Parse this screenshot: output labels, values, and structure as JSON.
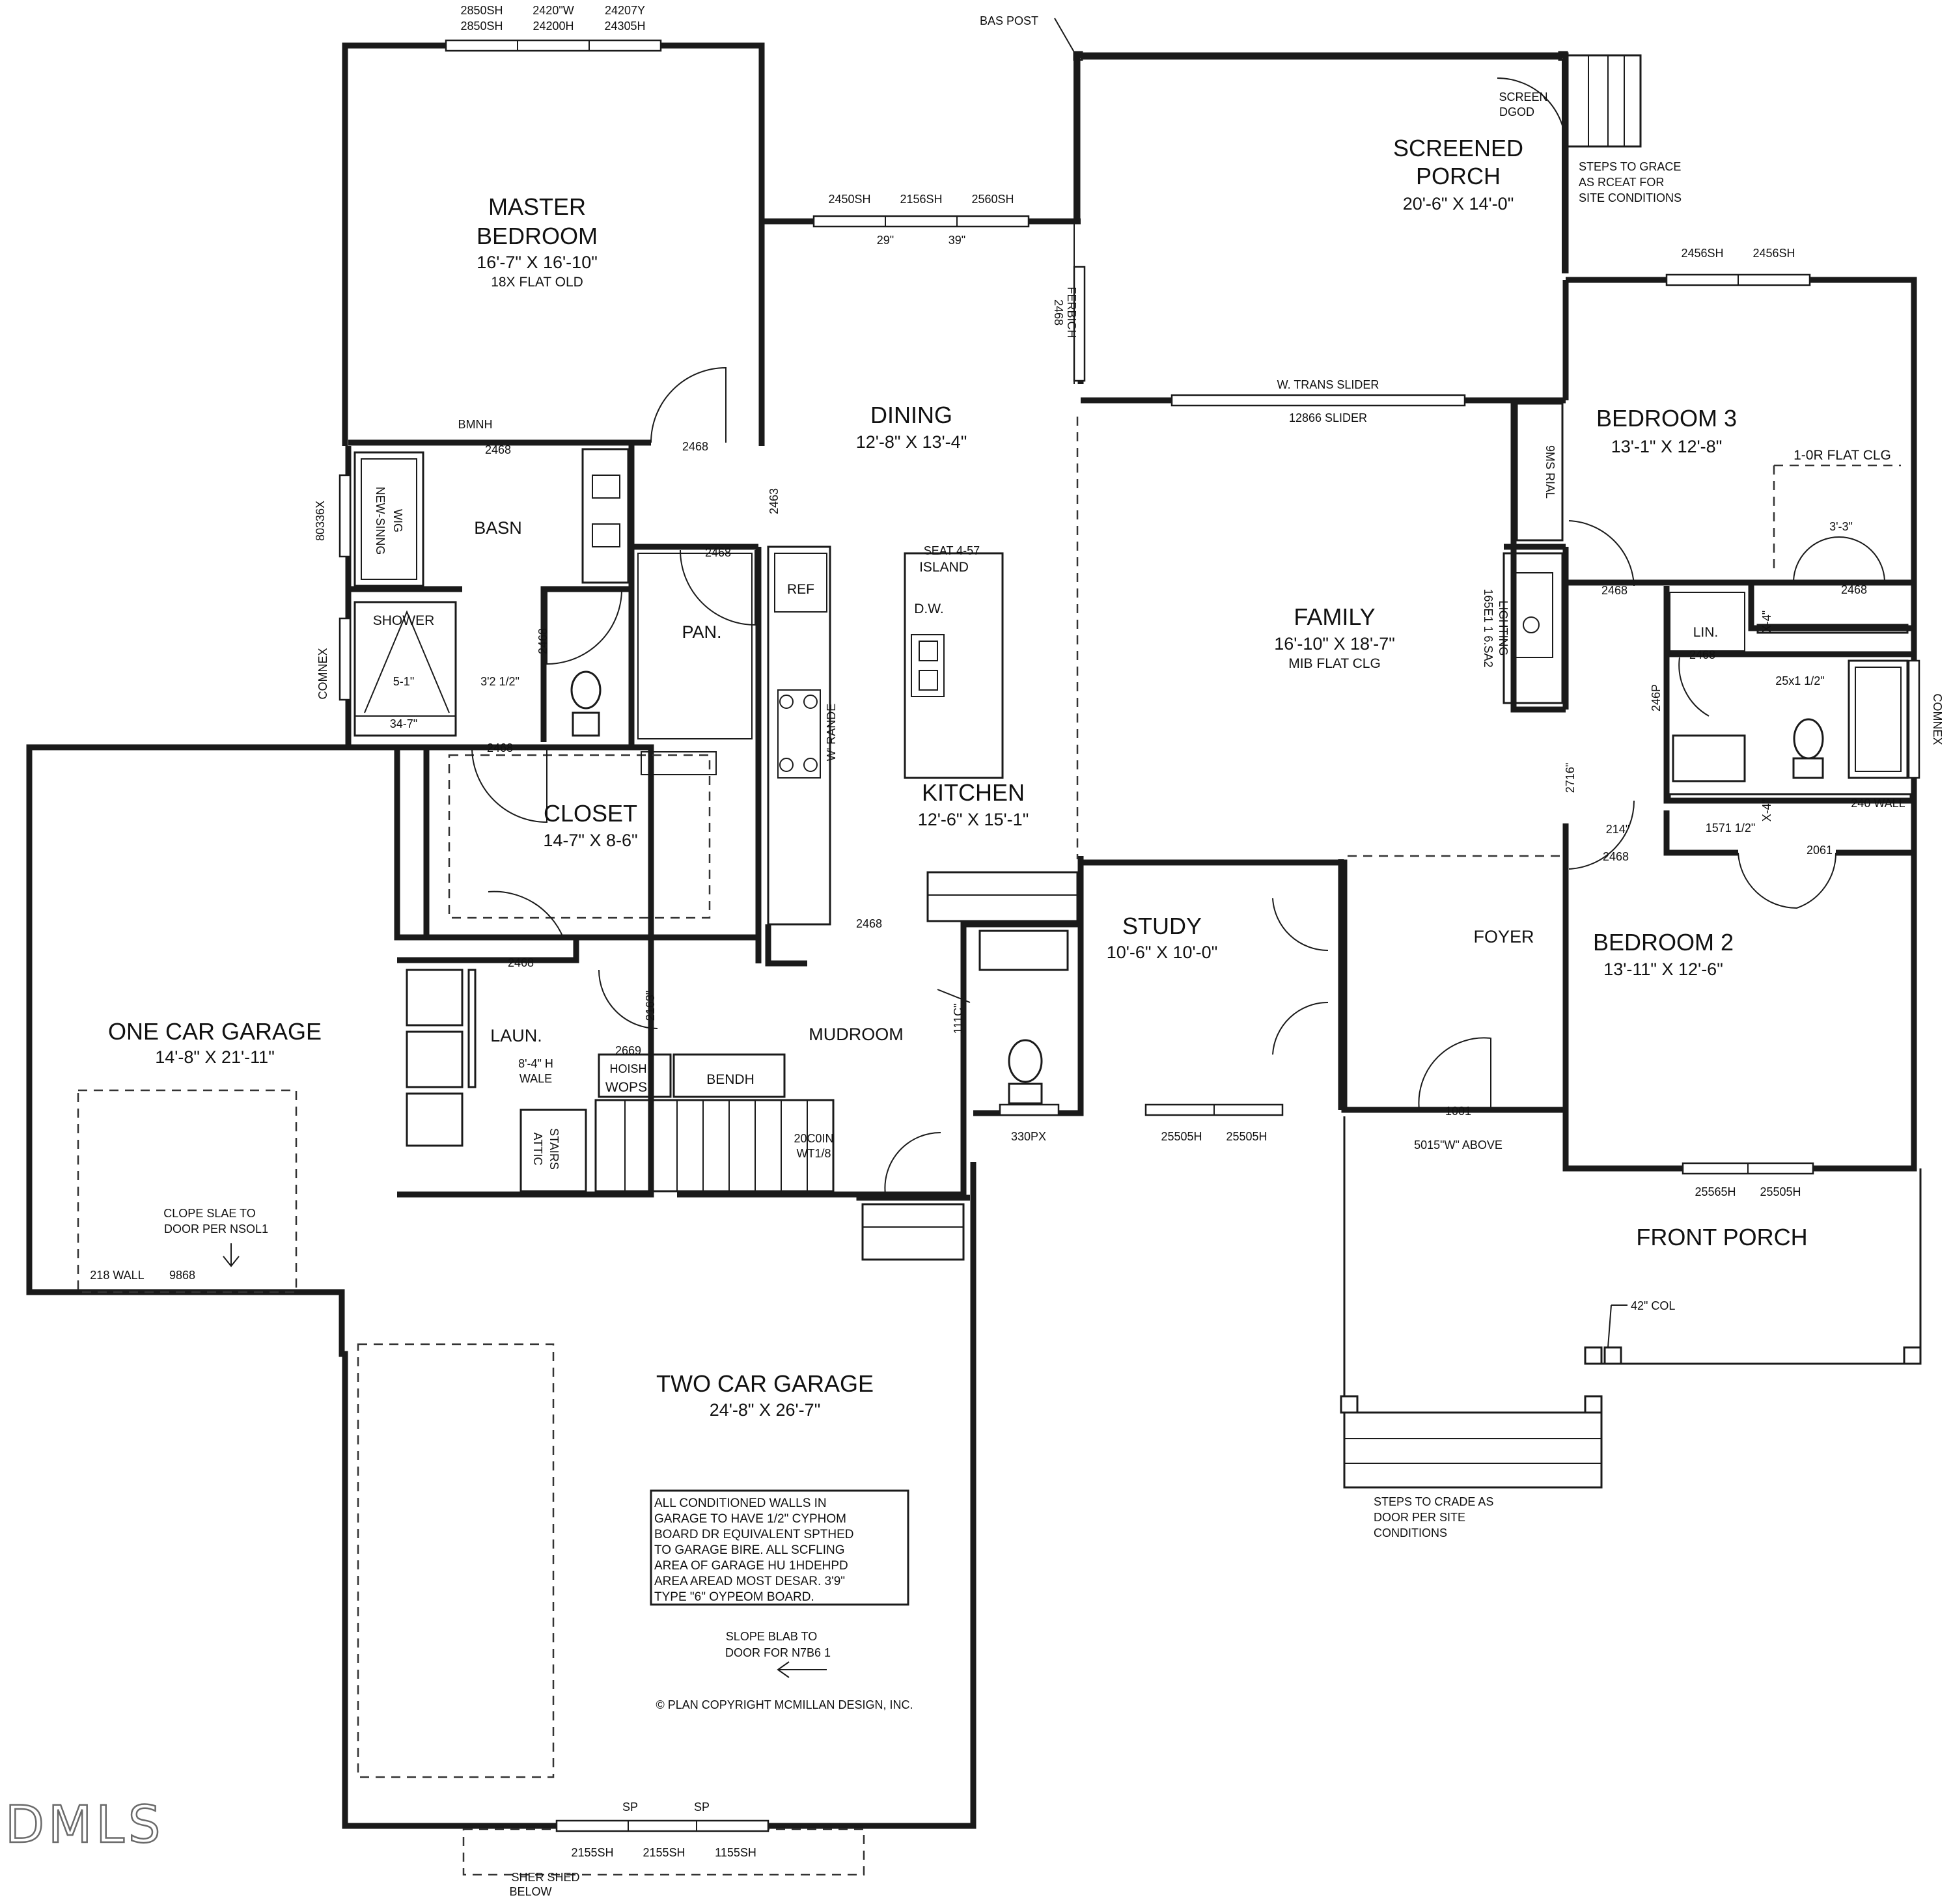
{
  "rooms": {
    "master_name": "MASTER",
    "master_name2": "BEDROOM",
    "master_dims": "16'-7\" X 16'-10\"",
    "master_clg": "18X FLAT OLD",
    "dining_name": "DINING",
    "dining_dims": "12'-8\" X 13'-4\"",
    "screened_name": "SCREENED",
    "screened_name2": "PORCH",
    "screened_dims": "20'-6\" X 14'-0\"",
    "bed3_name": "BEDROOM 3",
    "bed3_dims": "13'-1\" X 12'-8\"",
    "bed3_clg": "1-0R FLAT CLG",
    "family_name": "FAMILY",
    "family_dims": "16'-10\" X 18'-7\"",
    "family_clg": "MIB FLAT CLG",
    "kitchen_name": "KITCHEN",
    "kitchen_dims": "12'-6\" X 15'-1\"",
    "closet_name": "CLOSET",
    "closet_dims": "14-7\" X 8-6\"",
    "study_name": "STUDY",
    "study_dims": "10'-6\" X 10'-0\"",
    "foyer_name": "FOYER",
    "bed2_name": "BEDROOM 2",
    "bed2_dims": "13'-11\" X 12'-6\"",
    "one_garage_name": "ONE CAR GARAGE",
    "one_garage_dims": "14'-8\" X 21'-11\"",
    "two_garage_name": "TWO CAR GARAGE",
    "two_garage_dims": "24'-8\" X 26'-7\"",
    "mudroom_name": "MUDROOM",
    "laundry_name": "LAUN.",
    "basn_name": "BASN",
    "pantry_name": "PAN.",
    "front_porch_name": "FRONT PORCH",
    "linen_name": "LIN.",
    "shower_name": "SHOWER",
    "island_name": "ISLAND",
    "ref_name": "REF",
    "dw_name": "D.W.",
    "bench_name": "BENDH",
    "wops_name": "WOPS"
  },
  "labels": {
    "top_win_a1": "2850SH",
    "top_win_a2": "2850SH",
    "top_win_b1": "2420\"W",
    "top_win_b2": "24200H",
    "top_win_c1": "24207Y",
    "top_win_c2": "24305H",
    "bas_post": "BAS POST",
    "screen_door": "SCREEN",
    "screen_door2": "DGOD",
    "steps_grade1": "STEPS TO GRACE",
    "steps_grade2": "AS RCEAT FOR",
    "steps_grade3": "SITE CONDITIONS",
    "dining_win1": "2450SH",
    "dining_win2": "2156SH",
    "dining_win3": "2560SH",
    "dining_win_sub1": "29\"",
    "dining_win_sub2": "39\"",
    "bed3_win1": "2456SH",
    "bed3_win2": "2456SH",
    "french": "2468",
    "french2": "FERBICH",
    "trans_slider": "W. TRANS SLIDER",
    "slider": "12866 SLIDER",
    "bench_master": "BMNH",
    "d2468_a": "2468",
    "d2468_b": "2468",
    "d2468_c": "2468",
    "d2468_d": "2468",
    "d2468_e": "2468",
    "d2468_f": "2468",
    "d2468_g": "2468",
    "d2468_h": "2468",
    "d2468_i": "2468",
    "d2468_j": "2468",
    "d2468_k": "2468",
    "d2468_l": "2468",
    "d2463": "2463",
    "mbath_win": "80336X",
    "mbath_tub": "NEW-SINNG",
    "mbath_tub2": "WIG",
    "comnex1": "COMNEX",
    "comnex2": "COMNEX",
    "shower_dim1": "5-1\"",
    "shower_dim2": "34-7\"",
    "dim_3212": "3'2 1/2\"",
    "island_top": "SEAT 4-57",
    "range": "W' RANDE",
    "fireplace": "165E1 1 6.SA2",
    "fireplace2": "LIGHTING",
    "shelves": "9MS RIAL",
    "bed3_closet": "3'-3\"",
    "bath2_tub": "25x1 1/2\"",
    "d246p": "246P",
    "wall240": "240 WALL",
    "dim1571": "1571 1/2\"",
    "d2061": "2061",
    "dim214": "214\"",
    "dim2716": "2716\"",
    "x4a": "X-4\"",
    "x4b": "X-4\"",
    "d2163": "2163\"",
    "d111c": "111C\"",
    "d2669": "2669",
    "hbench": "8'-4\" H",
    "hbench2": "WALE",
    "hook": "HOISH",
    "stairs_dn": "20C0IN",
    "stairs_dn2": "WT1/8",
    "attic": "ATTIC",
    "attic2": "STAIRS",
    "pwd_win": "330PX",
    "study_win1": "25505H",
    "study_win2": "25505H",
    "foyer_door": "1001",
    "transom": "5015\"W\" ABOVE",
    "bed2_win1": "25565H",
    "bed2_win2": "25505H",
    "col42": "42\" COL",
    "steps_front1": "STEPS TO CRADE AS",
    "steps_front2": "DOOR PER SITE",
    "steps_front3": "CONDITIONS",
    "slope_one1": "CLOPE SLAE TO",
    "slope_one2": "DOOR PER NSOL1",
    "wall_218": "218 WALL",
    "d9868": "9868",
    "garage_note": [
      "ALL CONDITIONED WALLS IN",
      "GARAGE TO HAVE 1/2\" CYPHOM",
      "BOARD DR EQUIVALENT SPTHED",
      "TO GARAGE BIRE.  ALL SCFLING",
      "AREA OF GARAGE HU 1HDEHPD",
      "AREA AREAD MOST DESAR. 3'9\"",
      "TYPE \"6\" OYPEOM BOARD."
    ],
    "slope_two1": "SLOPE BLAB TO",
    "slope_two2": "DOOR FOR N7B6 1",
    "copyright": "© PLAN COPYRIGHT MCMILLAN DESIGN, INC.",
    "sp1": "SP",
    "sp2": "SP",
    "bot_win1": "2155SH",
    "bot_win2": "2155SH",
    "bot_win3": "1155SH",
    "shed1": "SHER SHED",
    "shed2": "BELOW"
  },
  "watermark": "DMLS"
}
